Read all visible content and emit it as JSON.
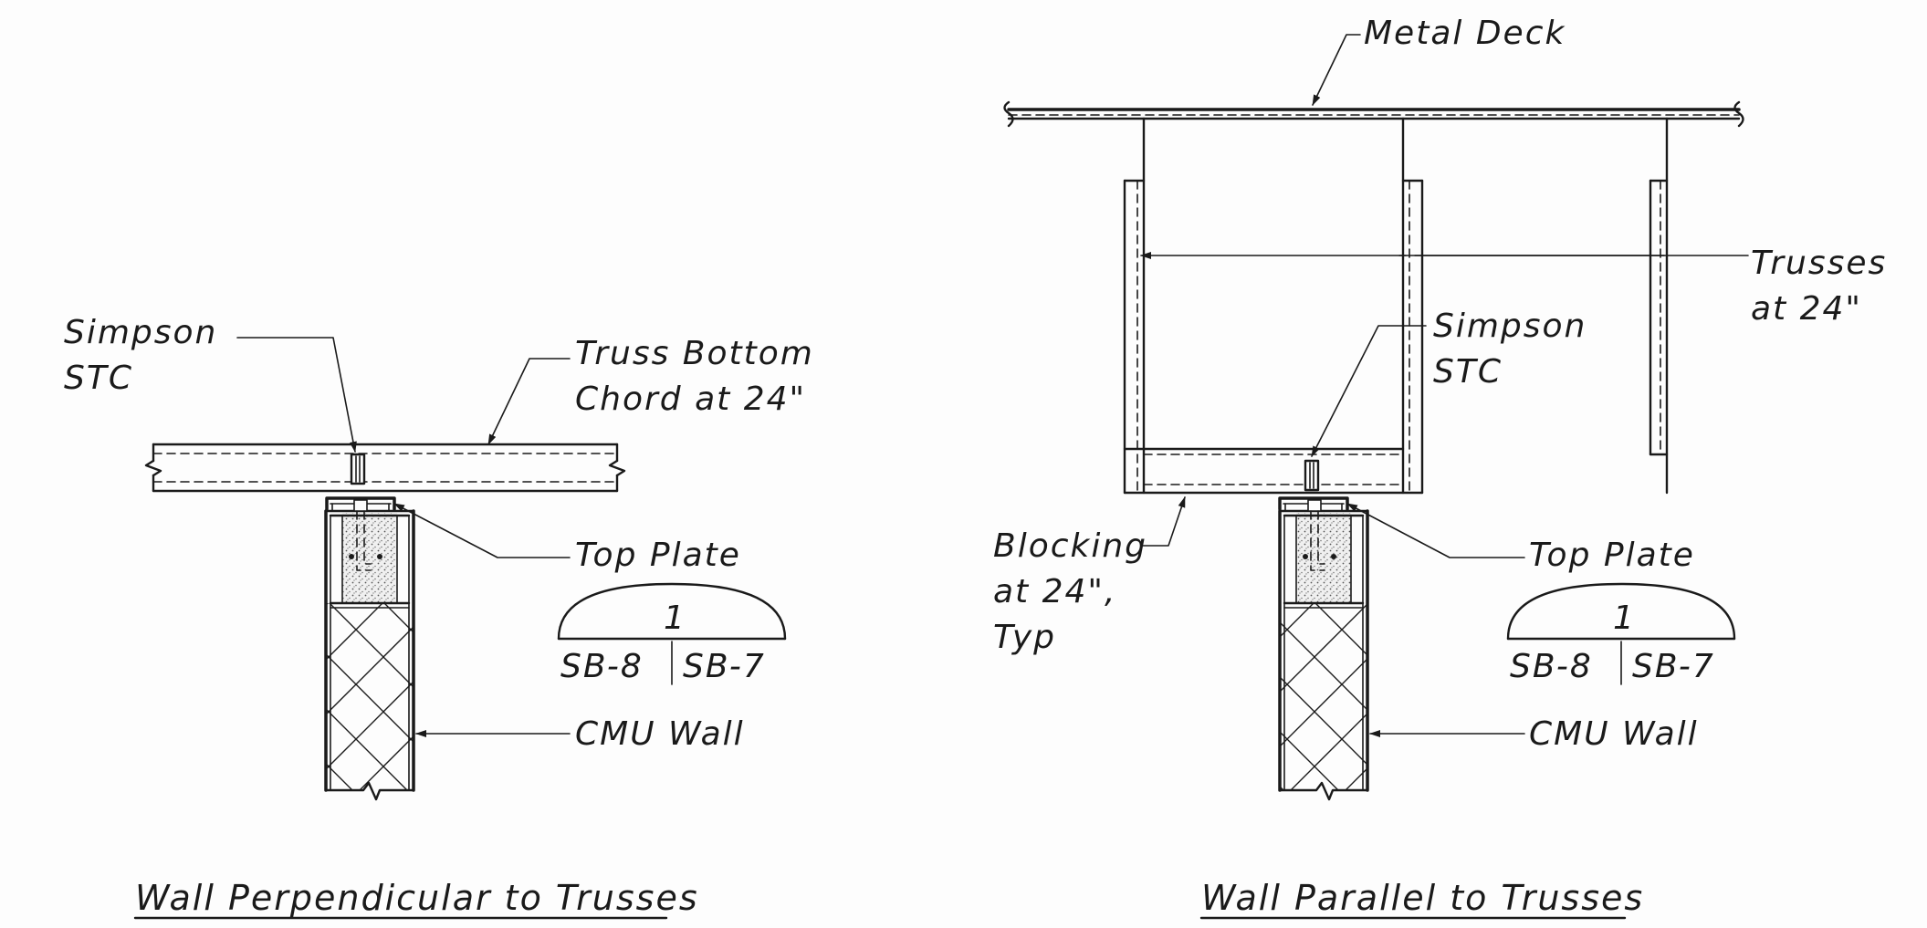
{
  "details": [
    {
      "title": "Wall Perpendicular to Trusses",
      "labels": {
        "simpson_line1": "Simpson",
        "simpson_line2": "STC",
        "truss_line1": "Truss Bottom",
        "truss_line2": "Chord at 24\"",
        "top_plate": "Top Plate",
        "cmu_wall": "CMU Wall"
      },
      "section_marker": {
        "number": "1",
        "left_ref": "SB-8",
        "right_ref": "SB-7"
      }
    },
    {
      "title": "Wall Parallel to Trusses",
      "labels": {
        "metal_deck": "Metal Deck",
        "trusses_line1": "Trusses",
        "trusses_line2": "at 24\"",
        "simpson_line1": "Simpson",
        "simpson_line2": "STC",
        "blocking_line1": "Blocking",
        "blocking_line2": "at 24\",",
        "blocking_line3": "Typ",
        "top_plate": "Top Plate",
        "cmu_wall": "CMU Wall"
      },
      "section_marker": {
        "number": "1",
        "left_ref": "SB-8",
        "right_ref": "SB-7"
      }
    }
  ]
}
